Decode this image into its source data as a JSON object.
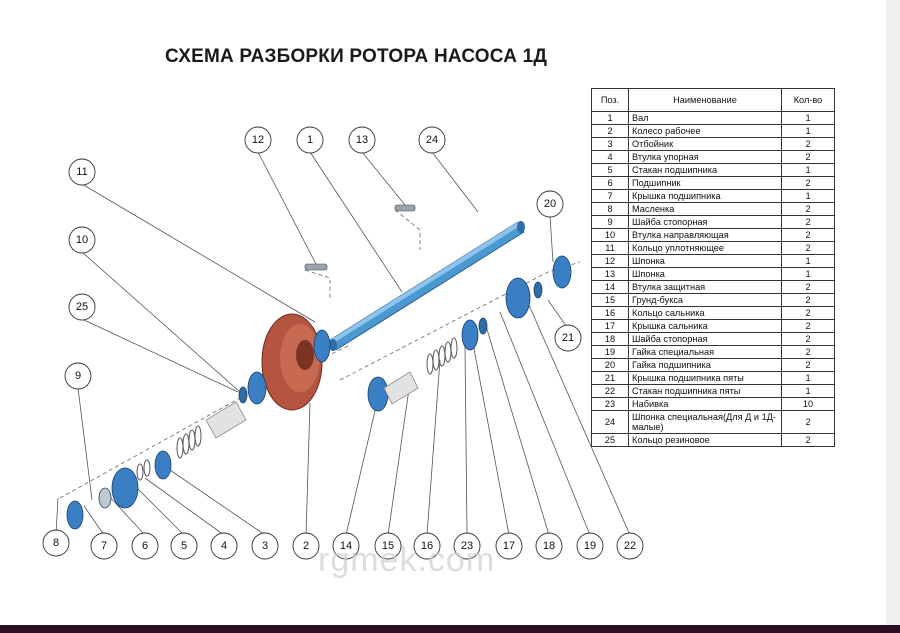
{
  "title": "СХЕМА РАЗБОРКИ РОТОРА НАСОСА 1Д",
  "table": {
    "headers": [
      "Поз.",
      "Наименование",
      "Кол-во"
    ],
    "rows": [
      {
        "pos": "1",
        "name": "Вал",
        "qty": "1"
      },
      {
        "pos": "2",
        "name": "Колесо рабочее",
        "qty": "1"
      },
      {
        "pos": "3",
        "name": "Отбойник",
        "qty": "2"
      },
      {
        "pos": "4",
        "name": "Втулка упорная",
        "qty": "2"
      },
      {
        "pos": "5",
        "name": "Стакан подшипника",
        "qty": "1"
      },
      {
        "pos": "6",
        "name": "Подшипник",
        "qty": "2"
      },
      {
        "pos": "7",
        "name": "Крышка подшипника",
        "qty": "1"
      },
      {
        "pos": "8",
        "name": "Масленка",
        "qty": "2"
      },
      {
        "pos": "9",
        "name": "Шайба стопорная",
        "qty": "2"
      },
      {
        "pos": "10",
        "name": "Втулка направляющая",
        "qty": "2"
      },
      {
        "pos": "11",
        "name": "Кольцо уплотняющее",
        "qty": "2"
      },
      {
        "pos": "12",
        "name": "Шпонка",
        "qty": "1"
      },
      {
        "pos": "13",
        "name": "Шпонка",
        "qty": "1"
      },
      {
        "pos": "14",
        "name": "Втулка защитная",
        "qty": "2"
      },
      {
        "pos": "15",
        "name": "Грунд-букса",
        "qty": "2"
      },
      {
        "pos": "16",
        "name": "Кольцо сальника",
        "qty": "2"
      },
      {
        "pos": "17",
        "name": "Крышка сальника",
        "qty": "2"
      },
      {
        "pos": "18",
        "name": "Шайба стопорная",
        "qty": "2"
      },
      {
        "pos": "19",
        "name": "Гайка специальная",
        "qty": "2"
      },
      {
        "pos": "20",
        "name": "Гайка подшипника",
        "qty": "2"
      },
      {
        "pos": "21",
        "name": "Крышка подшипника пяты",
        "qty": "1"
      },
      {
        "pos": "22",
        "name": "Стакан подшипника пяты",
        "qty": "1"
      },
      {
        "pos": "23",
        "name": "Набивка",
        "qty": "10"
      },
      {
        "pos": "24",
        "name": "Шпонка специальная(Для Д и 1Д-малые)",
        "qty": "2"
      },
      {
        "pos": "25",
        "name": "Кольцо резиновое",
        "qty": "2"
      }
    ]
  },
  "callouts": [
    "12",
    "1",
    "13",
    "24",
    "11",
    "20",
    "10",
    "25",
    "21",
    "9",
    "8",
    "7",
    "6",
    "5",
    "4",
    "3",
    "2",
    "14",
    "15",
    "16",
    "23",
    "17",
    "18",
    "19",
    "22"
  ],
  "watermark": "rgmek.com",
  "colors": {
    "part_blue": "#3a7fc4",
    "part_dark_blue": "#1f4f8a",
    "impeller_red": "#b5543f",
    "shaft_blue": "#4a98d0",
    "sleeve_grey": "#d8d8d8"
  }
}
